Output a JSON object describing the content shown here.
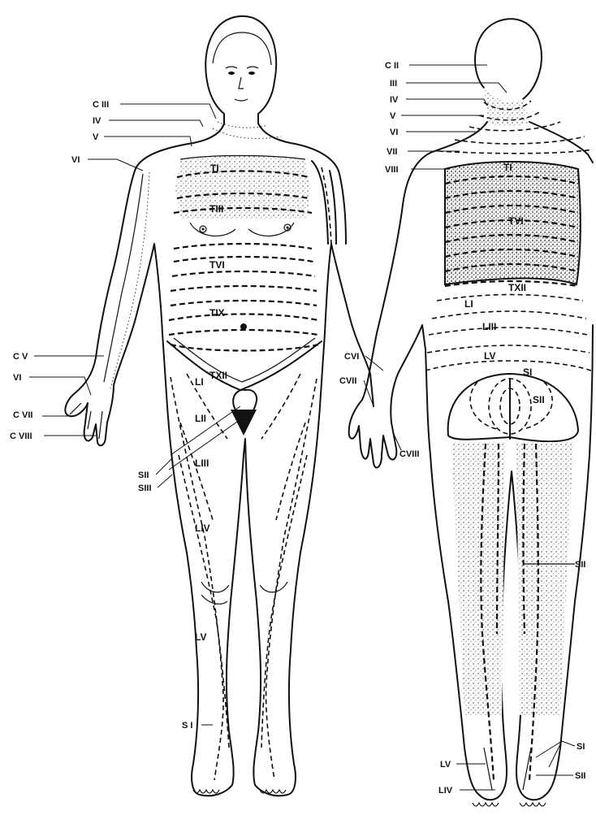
{
  "front": {
    "bands": {
      "t1": "TI",
      "t3": "TIII",
      "t6": "TVI",
      "t9": "TIX",
      "t12": "TXII",
      "l1": "LI",
      "l2": "LII",
      "l3": "LIII",
      "l4": "LIV",
      "l5": "LV"
    },
    "callouts": {
      "c3": "C III",
      "iv": "IV",
      "v": "V",
      "vi": "VI",
      "c5": "C V",
      "vi_arm": "VI",
      "c7": "C VII",
      "c8": "C VIII",
      "s2": "SII",
      "s3": "SIII",
      "s1": "S I"
    }
  },
  "back": {
    "bands": {
      "t1": "TI",
      "t6": "TVI",
      "t12": "TXII",
      "l1": "LI",
      "l3": "LIII",
      "l5": "LV",
      "s1": "SI",
      "s2": "SII"
    },
    "callouts": {
      "c2": "C II",
      "iii": "III",
      "iv": "IV",
      "v": "V",
      "vi": "VI",
      "vii": "VII",
      "viii": "VIII",
      "c6": "CVI",
      "c7": "CVII",
      "c8": "CVIII",
      "s2_leg": "SII",
      "s1_foot": "SI",
      "s2_foot": "SII",
      "l5_foot": "LV",
      "l4_foot": "LIV"
    }
  }
}
